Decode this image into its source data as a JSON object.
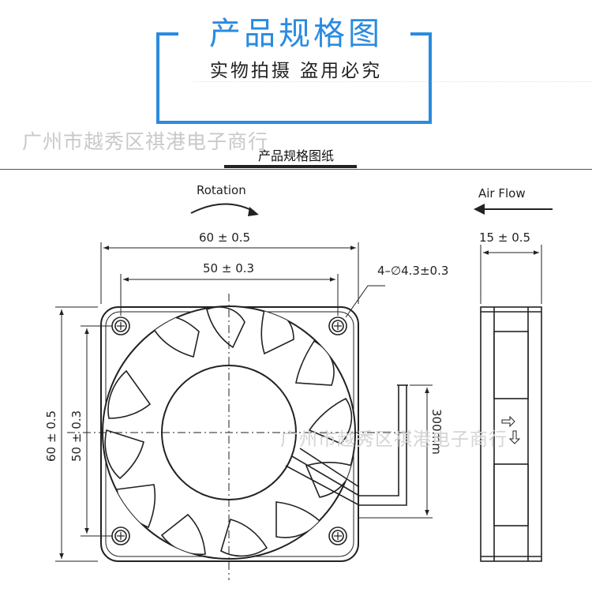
{
  "header": {
    "title": "产品规格图",
    "subtitle": "实物拍摄 盗用必究",
    "fineprint": "...........................................................................................................................................................................................................................................................",
    "watermark": "广州市越秀区祺港电子商行",
    "caption": "产品规格图纸"
  },
  "drawing": {
    "rotation_label": "Rotation",
    "airflow_label": "Air Flow",
    "outer_width": "60 ± 0.5",
    "hole_spacing_h": "50 ± 0.3",
    "hole_spec": "4–∅4.3±0.3",
    "outer_height": "60 ± 0.5",
    "hole_spacing_v": "50 ± 0.3",
    "depth": "15 ± 0.5",
    "lead_length": "300mm",
    "watermark": "广州市越秀区祺港电子商行",
    "line_color": "#222222",
    "accent_color": "#2a8be0"
  }
}
